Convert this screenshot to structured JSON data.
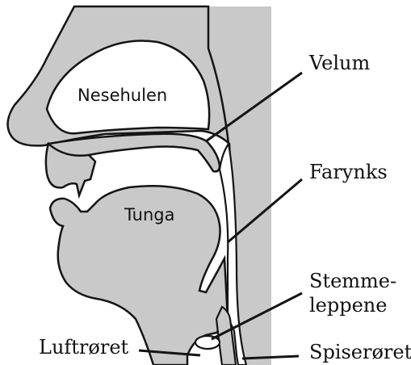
{
  "labels": {
    "nesehulen": "Nesehulen",
    "tunga": "Tunga",
    "velum": "Velum",
    "farynks": "Farynks",
    "stemmeleppene_line1": "Stemme-",
    "stemmeleppene_line2": "leppene",
    "luftroret": "Luftrøret",
    "spiseroret": "Spiserøret"
  },
  "colors": {
    "background": "#ffffff",
    "tissue": "#c9c9c9",
    "outline": "#141414",
    "text": "#111111"
  }
}
